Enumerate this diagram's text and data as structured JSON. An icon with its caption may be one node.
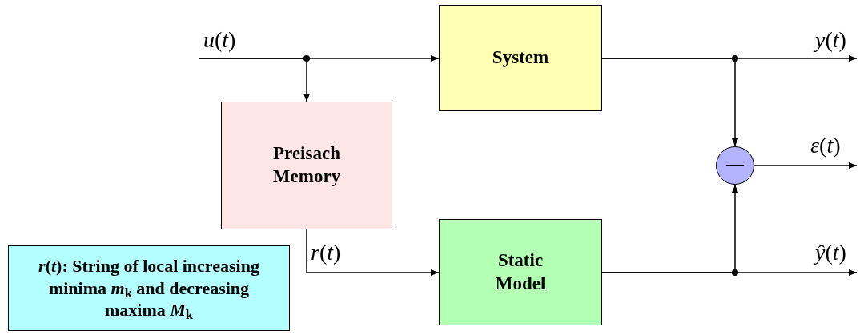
{
  "diagram": {
    "nodes": [
      {
        "text": [
          "System"
        ]
      },
      {
        "text": [
          "Preisach Memory"
        ]
      },
      {
        "text": [
          "Static Model"
        ]
      },
      {
        "text": [],
        "shape": "circle"
      },
      {
        "text": [
          "*r*(*t*): String of local increasing minima *m*$_{k}$ and decreasing maxima *M*$_{k}$"
        ]
      }
    ],
    "edges": [
      {
        "from": null,
        "to": 0,
        "arrow": "to",
        "label": "*u*(*t*)"
      },
      {
        "from": null,
        "to": 1,
        "arrow": "to"
      },
      {
        "from": 1,
        "to": 2,
        "arrow": "to",
        "label": "*r*(*t*)"
      },
      {
        "from": 0,
        "to": null,
        "arrow": "to",
        "label": "*y*(*t*)"
      },
      {
        "from": 0,
        "to": 3,
        "arrow": "to"
      },
      {
        "from": 2,
        "to": null,
        "arrow": "to",
        "label": "*ŷ*(*t*)"
      },
      {
        "from": 2,
        "to": 3,
        "arrow": "to"
      },
      {
        "from": 3,
        "to": null,
        "arrow": "to",
        "label": "*ε*(*t*)"
      }
    ]
  }
}
